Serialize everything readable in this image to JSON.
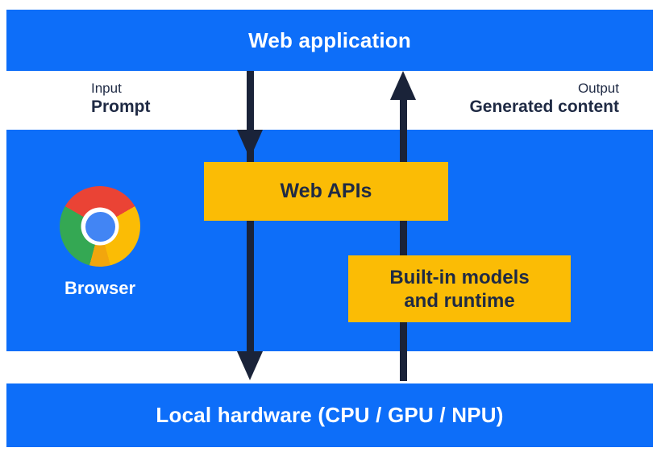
{
  "colors": {
    "blue": "#0d6ef9",
    "yellow": "#fbbc05",
    "navy": "#1f2a44",
    "arrow": "#1a2339",
    "chrome-red": "#ea4335",
    "chrome-yellow": "#fbbc05",
    "chrome-yellow-dark": "#f2a60d",
    "chrome-green": "#34a853",
    "chrome-blue": "#4285f4"
  },
  "top_bar": {
    "label": "Web application"
  },
  "flow": {
    "input_title": "Input",
    "input_value": "Prompt",
    "output_title": "Output",
    "output_value": "Generated content"
  },
  "browser": {
    "label": "Browser",
    "web_apis": "Web APIs",
    "builtin_models": "Built-in models\nand runtime"
  },
  "hardware": {
    "label": "Local hardware (CPU / GPU / NPU)"
  }
}
